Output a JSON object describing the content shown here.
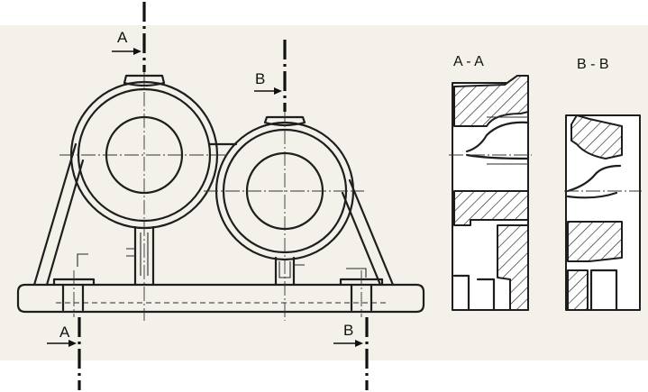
{
  "section_marks": {
    "a_top": "A",
    "a_bottom": "A",
    "b_top": "B",
    "b_bottom": "B"
  },
  "views": {
    "section_a_title": "A - A",
    "section_b_title": "B - B"
  }
}
